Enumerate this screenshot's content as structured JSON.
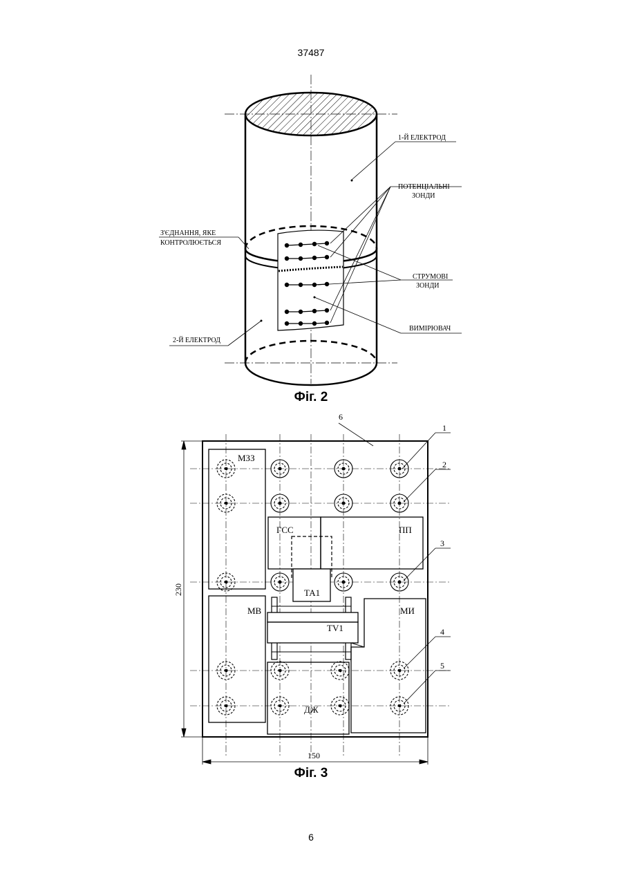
{
  "header": {
    "patent_number": "37487"
  },
  "footer": {
    "page_number": "6"
  },
  "figure2": {
    "caption": "Фіг. 2",
    "labels": {
      "electrode1": "1-Й  ЕЛЕКТРОД",
      "potential_probes_line1": "ПОТЕНЦІАЛЬНІ",
      "potential_probes_line2": "ЗОНДИ",
      "joint_line1": "З'ЄДНАННЯ, ЯКЕ",
      "joint_line2": "КОНТРОЛЮЄТЬСЯ",
      "current_probes_line1": "СТРУМОВІ",
      "current_probes_line2": "ЗОНДИ",
      "meter": "ВИМІРЮВАЧ",
      "electrode2": "2-Й  ЕЛЕКТРОД"
    }
  },
  "figure3": {
    "caption": "Фіг. 3",
    "dimensions": {
      "height": "230",
      "width": "150"
    },
    "blocks": {
      "mzz": "МЗЗ",
      "gss": "ГСС",
      "pp": "ПП",
      "ta1": "ТА1",
      "mv": "МВ",
      "mi": "МИ",
      "tv1": "TV1",
      "dzh": "ДЖ"
    },
    "callouts": [
      "1",
      "2",
      "3",
      "4",
      "5",
      "6"
    ]
  }
}
